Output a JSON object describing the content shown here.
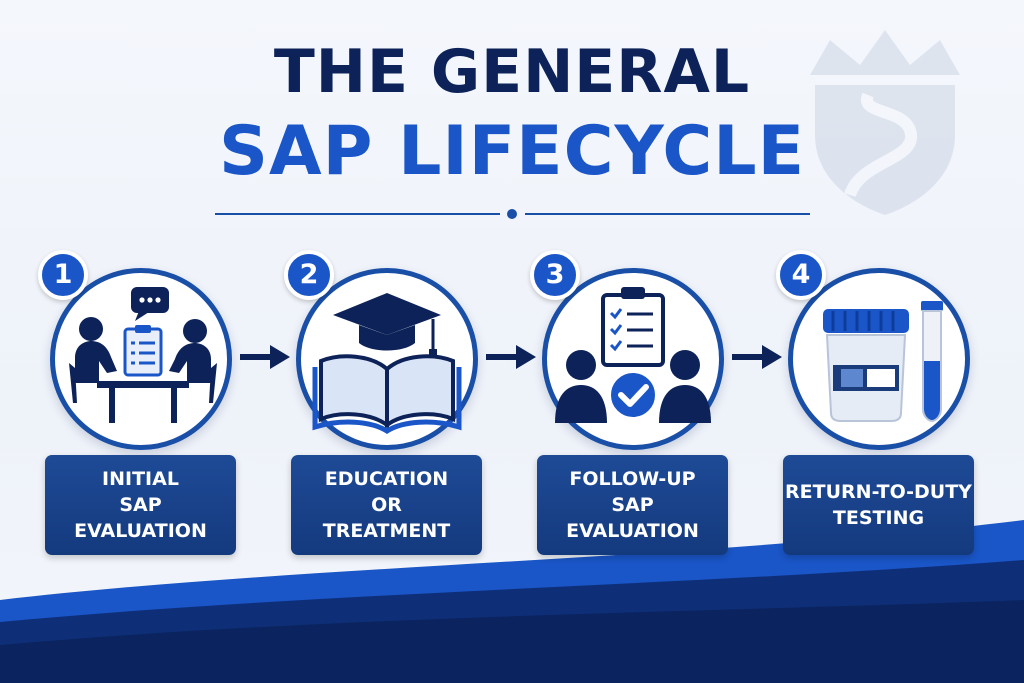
{
  "title": {
    "line1": "THE GENERAL",
    "line2": "SAP LIFECYCLE"
  },
  "colors": {
    "navy": "#0c2258",
    "blue": "#1a56c8",
    "box": "#1a4690",
    "background": "#f1f4fa"
  },
  "steps": [
    {
      "number": "1",
      "label": "INITIAL\nSAP\nEVALUATION",
      "icon": "meeting-with-clipboard-icon"
    },
    {
      "number": "2",
      "label": "EDUCATION\nOR\nTREATMENT",
      "icon": "graduation-cap-book-icon"
    },
    {
      "number": "3",
      "label": "FOLLOW-UP\nSAP\nEVALUATION",
      "icon": "checklist-people-check-icon"
    },
    {
      "number": "4",
      "label": "RETURN-TO-DUTY\nTESTING",
      "icon": "specimen-cup-test-tube-icon"
    }
  ]
}
